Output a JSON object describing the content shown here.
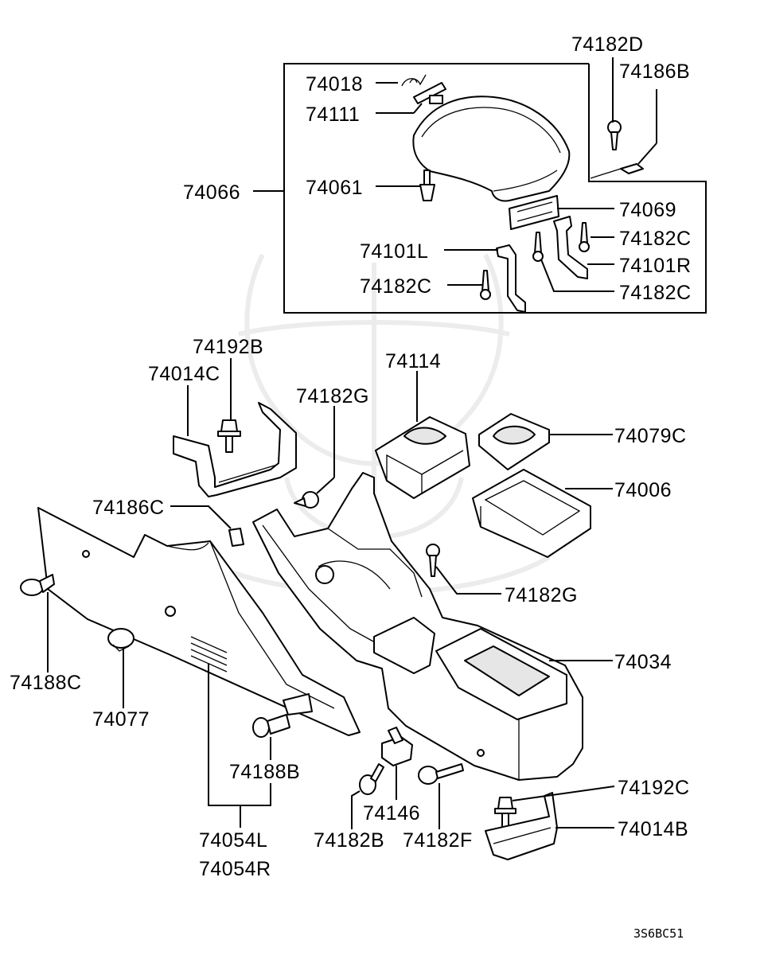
{
  "labels": {
    "l74182D": "74182D",
    "l74186B": "74186B",
    "l74018": "74018",
    "l74111": "74111",
    "l74066": "74066",
    "l74061": "74061",
    "l74069": "74069",
    "l74182C_a": "74182C",
    "l74101L": "74101L",
    "l74101R": "74101R",
    "l74182C_b": "74182C",
    "l74182C_c": "74182C",
    "l74192B": "74192B",
    "l74014C": "74014C",
    "l74182G_a": "74182G",
    "l74114": "74114",
    "l74079C": "74079C",
    "l74006": "74006",
    "l74186C": "74186C",
    "l74182G_b": "74182G",
    "l74034": "74034",
    "l74188C": "74188C",
    "l74077": "74077",
    "l74188B": "74188B",
    "l74146": "74146",
    "l74192C": "74192C",
    "l74014B": "74014B",
    "l74054L": "74054L",
    "l74054R": "74054R",
    "l74182B": "74182B",
    "l74182F": "74182F"
  },
  "diagram_code": "3S6BC51"
}
